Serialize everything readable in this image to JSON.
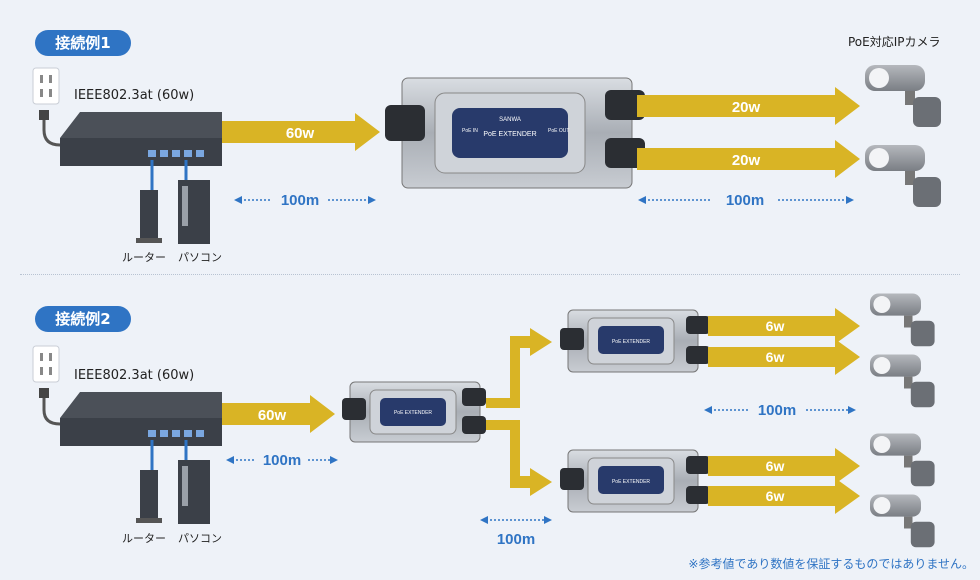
{
  "example1": {
    "badge": "接続例1",
    "switch_label": "IEEE802.3at (60w)",
    "camera_title": "PoE対応IPカメラ",
    "input_power": "60w",
    "output_power_1": "20w",
    "output_power_2": "20w",
    "distance_in": "100m",
    "distance_out": "100m",
    "router_label": "ルーター",
    "pc_label": "パソコン"
  },
  "example2": {
    "badge": "接続例2",
    "switch_label": "IEEE802.3at (60w)",
    "input_power": "60w",
    "distance_in": "100m",
    "distance_mid": "100m",
    "distance_out": "100m",
    "outputs": [
      "6w",
      "6w",
      "6w",
      "6w"
    ],
    "router_label": "ルーター",
    "pc_label": "パソコン"
  },
  "device_text": {
    "brand": "SANWA",
    "model": "PoE EXTENDER",
    "port_in": "PoE IN",
    "port_out": "PoE OUT"
  },
  "note": "※参考値であり数値を保証するものではありません。",
  "colors": {
    "accent_blue": "#2f74c4",
    "arrow_gold": "#d9b425",
    "switch_dark": "#3b4048",
    "background": "#eef2f8"
  }
}
